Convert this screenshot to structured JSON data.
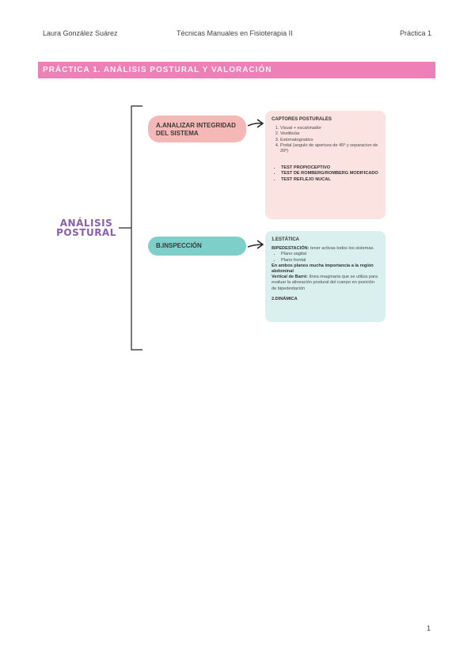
{
  "header": {
    "author": "Laura González Suárez",
    "course": "Técnicas Manuales en Fisioterapia II",
    "practice": "Práctica 1"
  },
  "banner": {
    "title": "PRÁCTICA 1. ANÁLISIS POSTURAL Y VALORACIÓN",
    "color": "#ee80b8"
  },
  "diagram": {
    "title_line1": "ANÁLISIS",
    "title_line2": "POSTURAL",
    "branch_a": {
      "label_line1": "A.ANALIZAR INTEGRIDAD",
      "label_line2": "DEL SISTEMA",
      "card": {
        "heading": "CAPTORES POSTURALES",
        "items": [
          "Visual + escalonador",
          "Vestibular",
          "Estomatognatico",
          "Podal (angulo de apertura de 45º y separacion de 20º)"
        ],
        "tests": [
          "TEST PROPIOCEPTIVO",
          "TEST DE ROMBERG/ROMBERG MODIFICADO",
          "TEST REFLEJO NUCAL"
        ]
      }
    },
    "branch_b": {
      "label": "B.INSPECCIÓN",
      "card": {
        "heading": "1.ESTÁTICA",
        "bipedestacion_label": "BIPEDESTACIÓN:",
        "bipedestacion_text": " tener activas todos los sistemas.",
        "planes": [
          "Plano sagital",
          "Plano frontal"
        ],
        "note": "En ambos planos mucha importancia a la región abdominal",
        "vertical_label": "Vertical de Barré:",
        "vertical_text": " línea imaginaria que se utiliza para evaluar la alineación postural del cuerpo en posición de bipedestación",
        "dynamic": "2.DINÁMICA"
      }
    }
  },
  "page_number": "1"
}
